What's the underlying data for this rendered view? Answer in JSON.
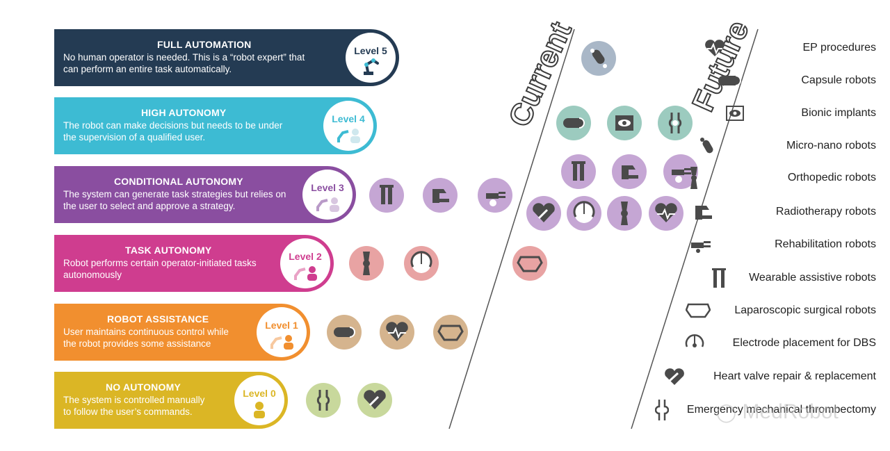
{
  "levels": [
    {
      "title": "FULL AUTOMATION",
      "desc1": "No human operator is needed. This is a “robot expert” that",
      "desc2": "can perform an entire task automatically.",
      "badge": "Level 5",
      "color": "#243b53"
    },
    {
      "title": "HIGH AUTONOMY",
      "desc1": "The robot can make decisions but needs to be under",
      "desc2": "the supervision of a qualified user.",
      "badge": "Level 4",
      "color": "#3dbbd3"
    },
    {
      "title": "CONDITIONAL AUTONOMY",
      "desc1": "The system can generate task strategies but relies on",
      "desc2": "the user to select and approve a strategy.",
      "badge": "Level 3",
      "color": "#8a4ea0"
    },
    {
      "title": "TASK AUTONOMY",
      "desc1": "Robot performs certain operator-initiated tasks",
      "desc2": "autonomously",
      "badge": "Level 2",
      "color": "#cf3d8f"
    },
    {
      "title": "ROBOT ASSISTANCE",
      "desc1": "User maintains continuous control while",
      "desc2": "the robot provides some assistance",
      "badge": "Level 1",
      "color": "#f18f2f"
    },
    {
      "title": "NO AUTONOMY",
      "desc1": "The system is controlled manually",
      "desc2": "to follow the user’s commands.",
      "badge": "Level 0",
      "color": "#dbb625"
    }
  ],
  "columns": {
    "current": "Current",
    "future": "Future"
  },
  "future_items": [
    {
      "label": "EP procedures",
      "icon": "heart-ecg-icon"
    },
    {
      "label": "Capsule robots",
      "icon": "capsule-icon"
    },
    {
      "label": "Bionic implants",
      "icon": "bionic-eye-chip-icon"
    },
    {
      "label": "Micro-nano robots",
      "icon": "micro-nano-robot-icon"
    },
    {
      "label": "Orthopedic robots",
      "icon": "knee-joint-icon"
    },
    {
      "label": "Radiotherapy robots",
      "icon": "radiotherapy-machine-icon"
    },
    {
      "label": "Rehabilitation robots",
      "icon": "rehab-hand-icon"
    },
    {
      "label": "Wearable assistive robots",
      "icon": "exoskeleton-legs-icon"
    },
    {
      "label": "Laparoscopic surgical robots",
      "icon": "laparoscopic-arms-icon"
    },
    {
      "label": "Electrode placement for DBS",
      "icon": "brain-electrode-icon"
    },
    {
      "label": "Heart valve repair & replacement",
      "icon": "heart-wrench-icon"
    },
    {
      "label": "Emergency mechanical thrombectomy",
      "icon": "vessel-stent-icon"
    }
  ],
  "watermark": "MedRobot",
  "colors": {
    "dark_navy": "#243b53",
    "teal": "#3dbbd3",
    "purple": "#8a4ea0",
    "magenta": "#cf3d8f",
    "orange": "#f18f2f",
    "mustard": "#dbb625",
    "icon_dark": "#4a4a4a"
  }
}
